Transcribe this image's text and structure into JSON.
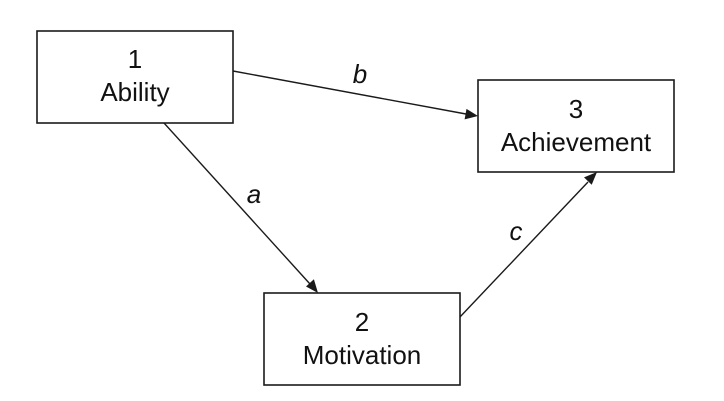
{
  "nodes": {
    "ability": {
      "number": "1",
      "label": "Ability"
    },
    "motivation": {
      "number": "2",
      "label": "Motivation"
    },
    "achievement": {
      "number": "3",
      "label": "Achievement"
    }
  },
  "edges": {
    "a": {
      "label": "a",
      "from": "ability",
      "to": "motivation"
    },
    "b": {
      "label": "b",
      "from": "ability",
      "to": "achievement"
    },
    "c": {
      "label": "c",
      "from": "motivation",
      "to": "achievement"
    }
  }
}
